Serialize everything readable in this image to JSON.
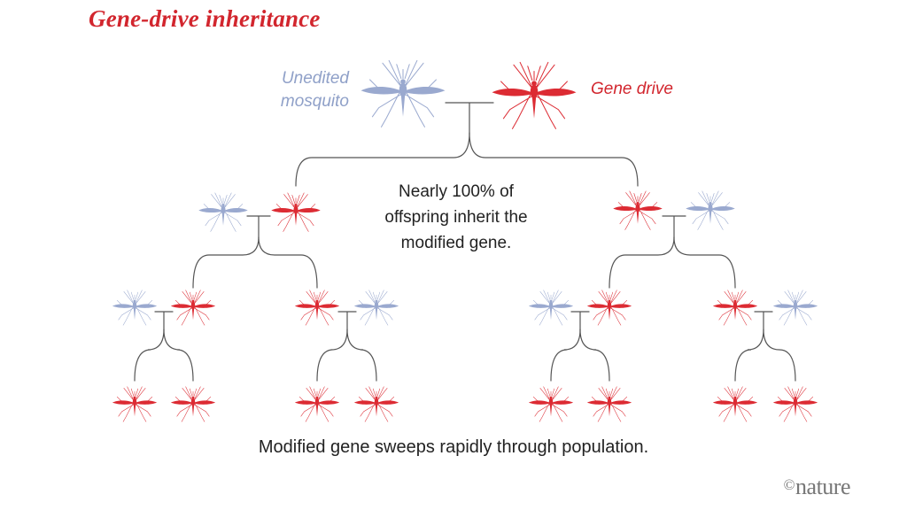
{
  "title": "Gene-drive inheritance",
  "labels": {
    "unedited_line1": "Unedited",
    "unedited_line2": "mosquito",
    "gene_drive": "Gene drive"
  },
  "note": {
    "line1": "Nearly 100% of",
    "line2": "offspring inherit the",
    "line3": "modified gene."
  },
  "caption": "Modified gene sweeps rapidly through population.",
  "credit": {
    "symbol": "©",
    "name": "nature"
  },
  "colors": {
    "unedited": "#9aa9cf",
    "gene_drive": "#dc2b33",
    "line": "#555555"
  },
  "icons": {
    "mosquito": "mosquito-icon"
  }
}
